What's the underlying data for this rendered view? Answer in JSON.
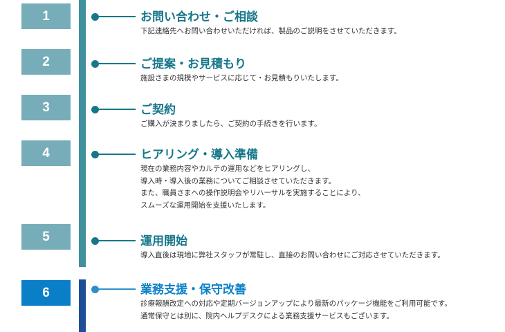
{
  "steps": [
    {
      "number": "1",
      "title": "お問い合わせ・ご相談",
      "desc": [
        "下記連絡先へお問い合わせいただければ、製品のご説明をさせていただきます。"
      ]
    },
    {
      "number": "2",
      "title": "ご提案・お見積もり",
      "desc": [
        "施設さまの規模やサービスに応じて・お見積もりいたします。"
      ]
    },
    {
      "number": "3",
      "title": "ご契約",
      "desc": [
        "ご購入が決まりましたら、ご契約の手続きを行います。"
      ]
    },
    {
      "number": "4",
      "title": "ヒアリング・導入準備",
      "desc": [
        "現在の業務内容やカルテの運用などをヒアリングし、",
        "導入時・導入後の業務についてご相談させていただきます。",
        "また、職員さまへの操作説明会やリハーサルを実施することにより、",
        "スムーズな運用開始を支援いたします。"
      ]
    },
    {
      "number": "5",
      "title": "運用開始",
      "desc": [
        "導入直後は現地に弊社スタッフが常駐し、直接のお問い合わせにご対応させていただきます。"
      ]
    },
    {
      "number": "6",
      "title": "業務支援・保守改善",
      "desc": [
        "診療報酬改定への対応や定期バージョンアップにより最新のパッケージ機能をご利用可能です。",
        "通常保守とは別に、院内ヘルプデスクによる業務支援サービスもございます。"
      ]
    }
  ]
}
